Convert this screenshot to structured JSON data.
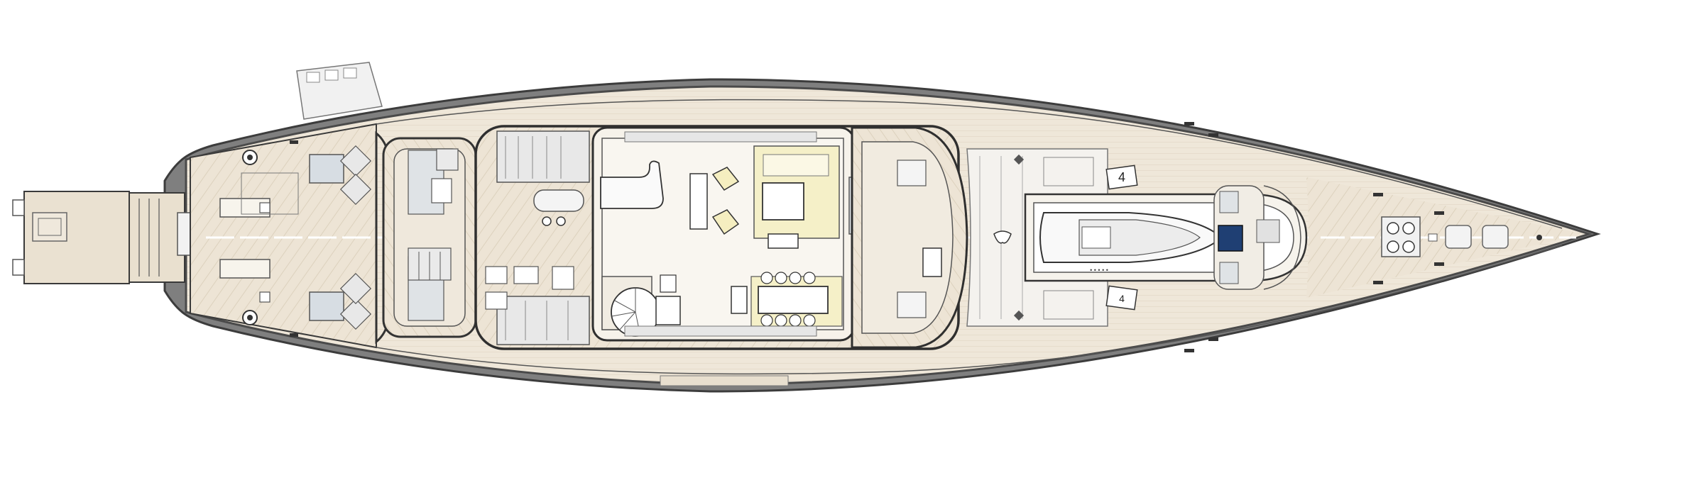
{
  "plan": {
    "colors": {
      "background": "#ffffff",
      "deck": "#ede4d5",
      "deck_light": "#f4eee3",
      "deck_plank": "#dcd1bd",
      "hull_outline": "#4a4a4a",
      "hull_shadow": "#8a8a8a",
      "lines": "#3a3a3a",
      "interior_floor": "#f6f2ea",
      "cushion": "#f5f0c8",
      "glass": "#d9dde2",
      "accent_hatch": "#1f3f73"
    },
    "labels": {
      "tender_number_port": "4",
      "tender_number_starboard": "4",
      "tender_hull_text": "• • • • •"
    },
    "icons": [
      "hull-outline",
      "swim-platform",
      "aft-deck",
      "aft-sunbeds",
      "deck-saloon",
      "dining-table",
      "spiral-staircase",
      "tender-garage",
      "tender-boat",
      "foredeck-hatch",
      "anchor-windlass"
    ]
  }
}
